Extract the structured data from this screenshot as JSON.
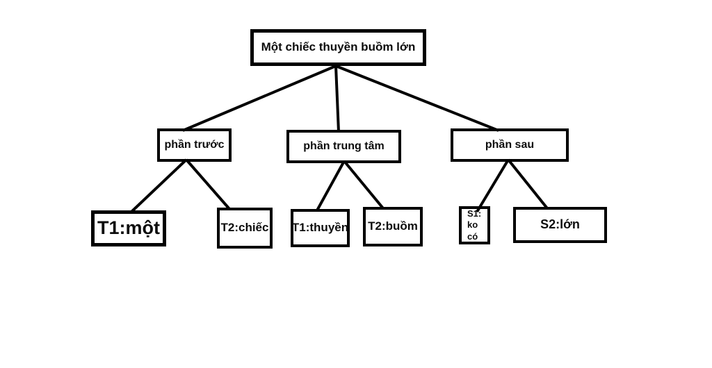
{
  "diagram": {
    "title_node": "Một chiếc thuyền buồm lớn",
    "level1": {
      "front": "phần trước",
      "center": "phần trung tâm",
      "rear": "phần sau"
    },
    "leaves": {
      "front_t1": "T1:một",
      "front_t2": "T2:chiếc",
      "center_t1": "T1:thuyền",
      "center_t2": "T2:buồm",
      "rear_s1": "S1:\nko\ncó",
      "rear_s2": "S2:lớn"
    },
    "colors": {
      "line": "#000000",
      "background": "#ffffff",
      "text": "#0d0d0d"
    }
  }
}
